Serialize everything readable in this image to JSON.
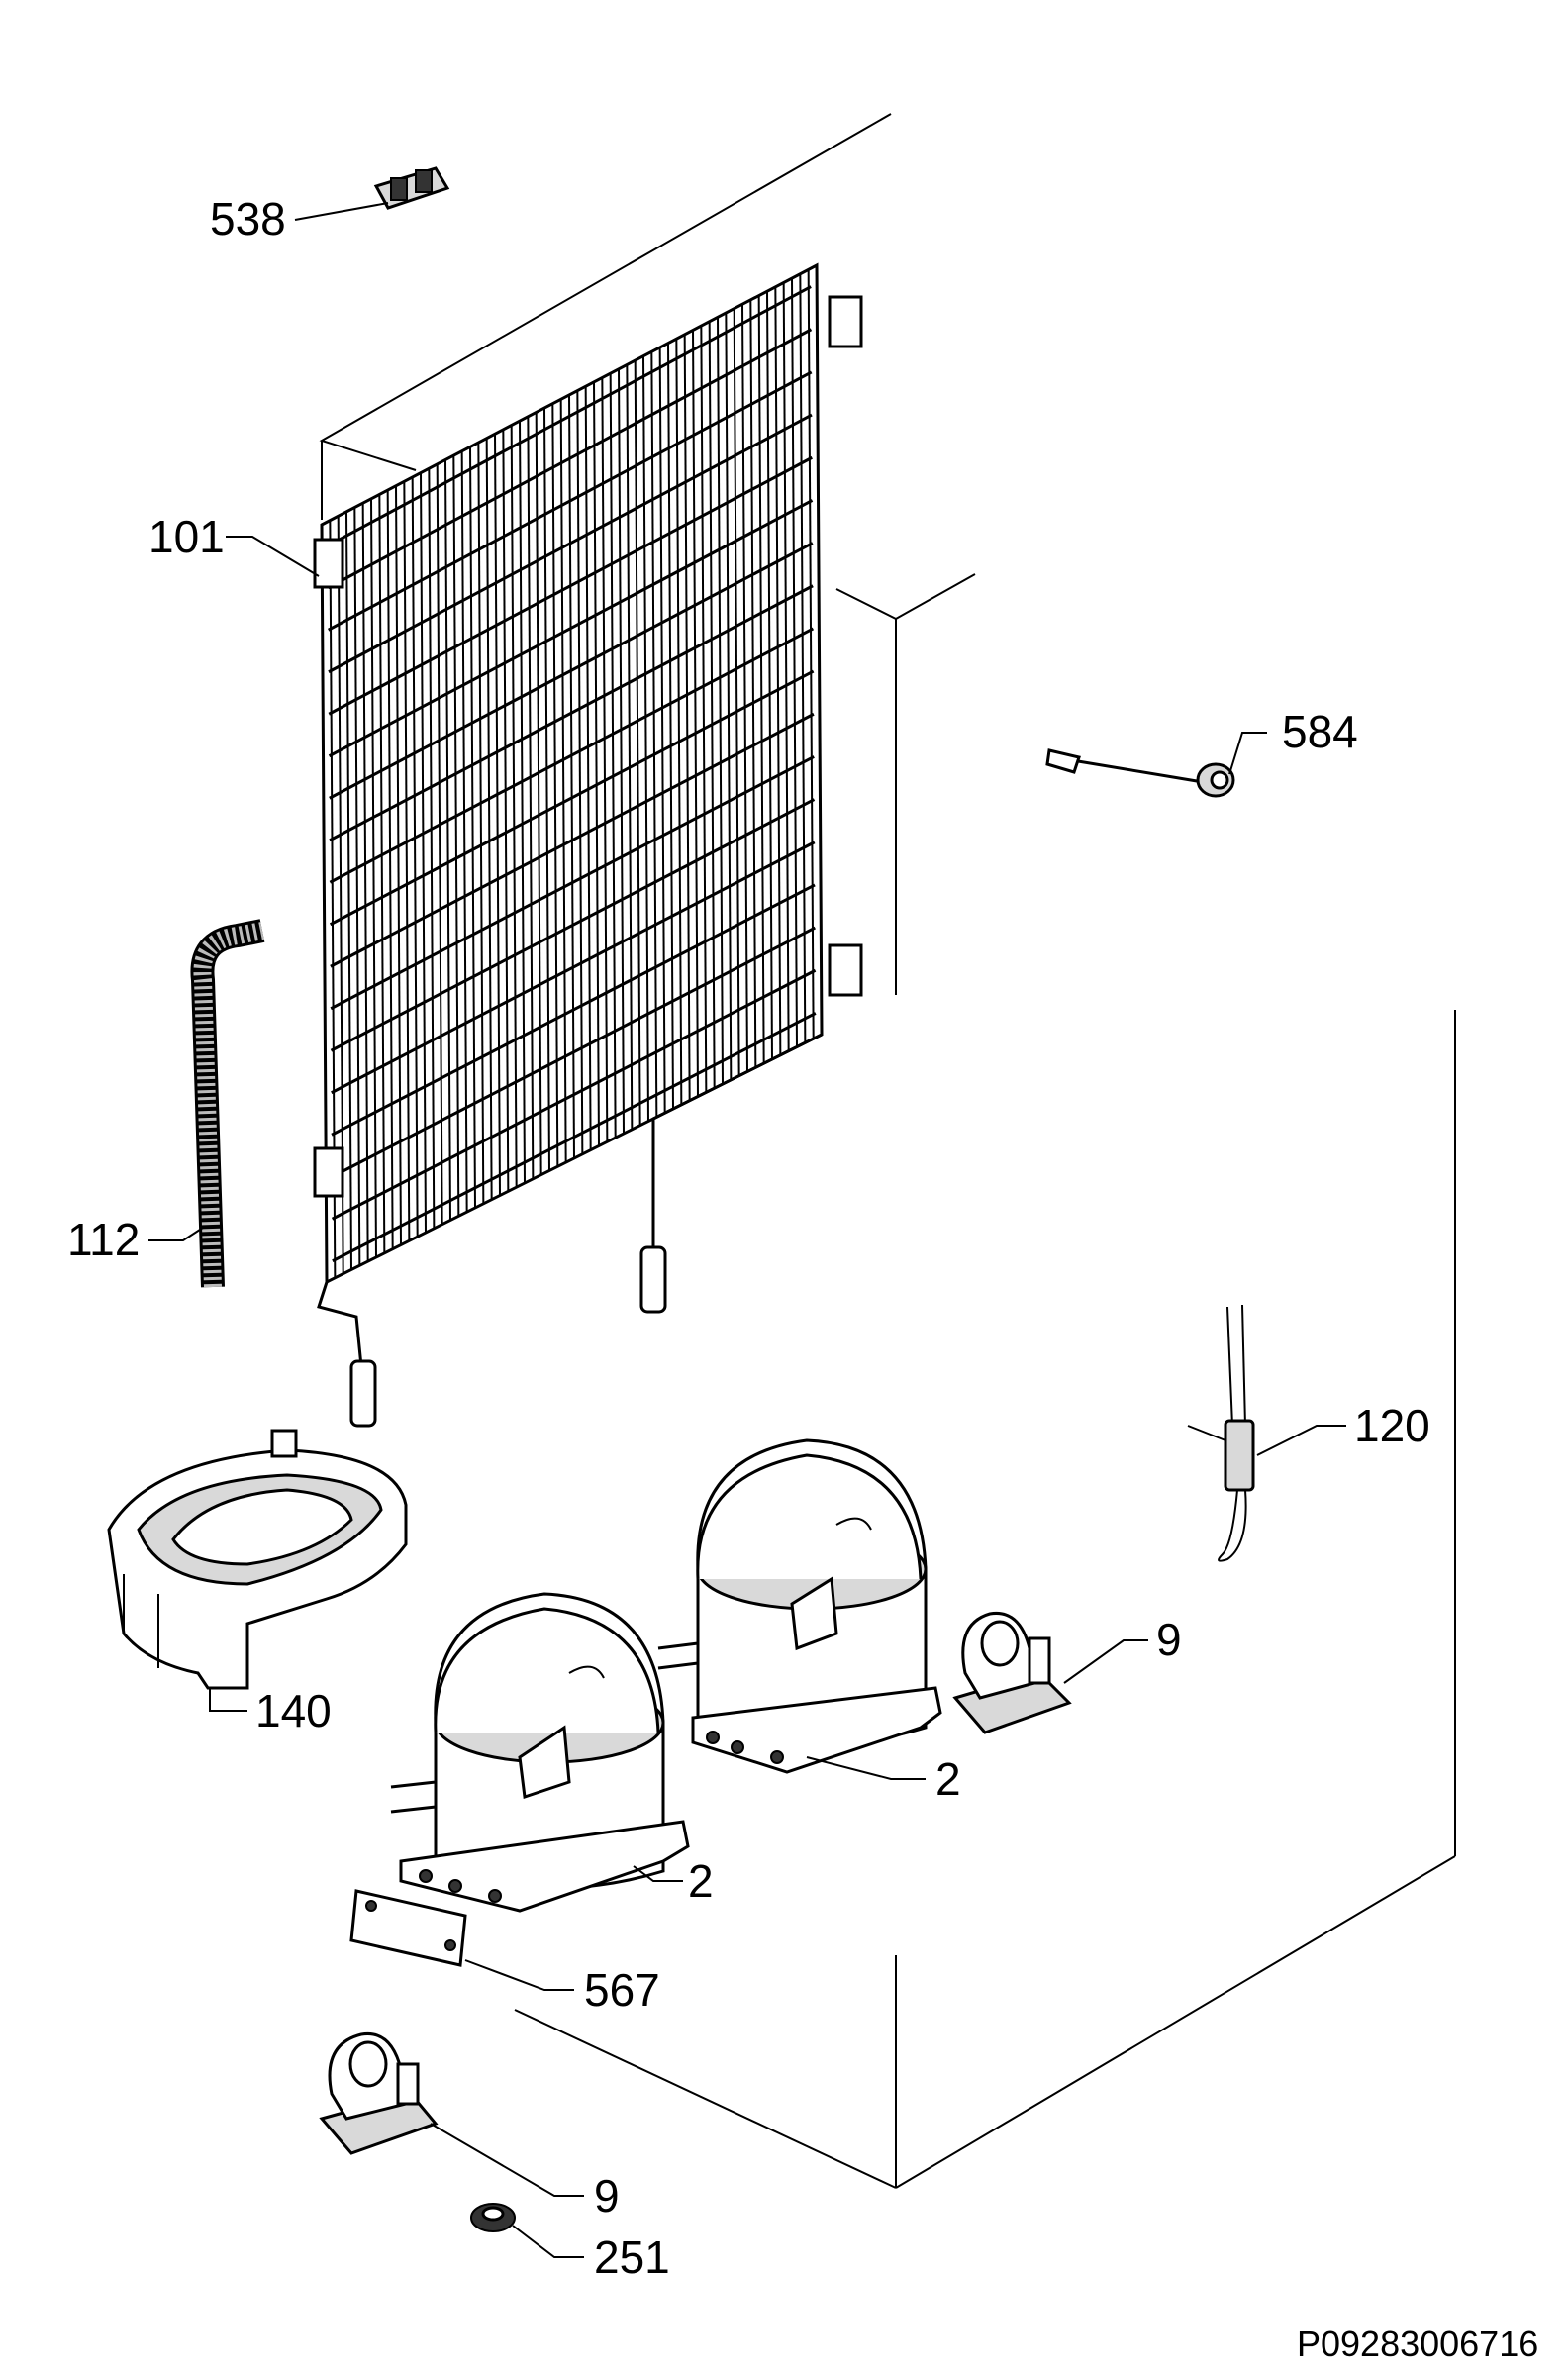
{
  "drawing_code": "P09283006716",
  "callouts": {
    "c538": "538",
    "c101": "101",
    "c584": "584",
    "c112": "112",
    "c120": "120",
    "c140": "140",
    "c9a": "9",
    "c2a": "2",
    "c2b": "2",
    "c567": "567",
    "c9b": "9",
    "c251": "251"
  }
}
